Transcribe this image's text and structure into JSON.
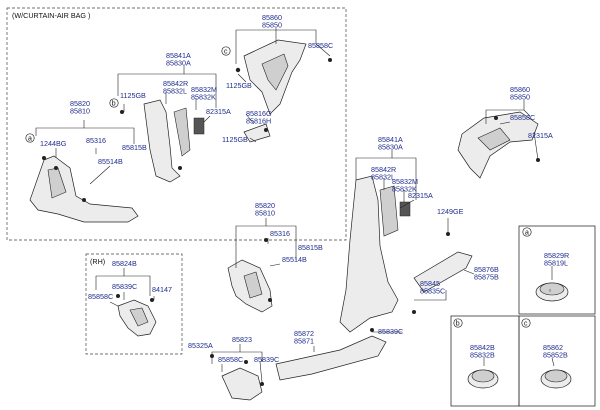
{
  "boxes": {
    "curtain_airbag": "(W/CURTAIN-AIR BAG )",
    "rh": "(RH)"
  },
  "callouts": {
    "a": "a",
    "b": "b",
    "c": "c"
  },
  "labels": {
    "85860_85850_top": "85860\n85850",
    "85858C_top": "85858C",
    "1125GB_top1": "1125GB",
    "85841A_85830A_top": "85841A\n85830A",
    "85842R_85832L_top": "85842R\n85832L",
    "85832M_85832K_top": "85832M\n85832K",
    "82315A_top": "82315A",
    "1125GB_top2": "1125GB",
    "1125GB_top3": "1125GB",
    "85820_85810_top": "85820\n85810",
    "1244BG": "1244BG",
    "85316_top": "85316",
    "85815B_top": "85815B",
    "85514B_top": "85514B",
    "85816G_85816H": "85816G\n85816H",
    "85860_85850_right": "85860\n85850",
    "85858C_right": "85858C",
    "82315A_right": "82315A",
    "85841A_85830A_mid": "85841A\n85830A",
    "85842R_85832L_mid": "85842R\n85832L",
    "85832M_85832K_mid": "85832M\n85832K",
    "82315A_mid": "82315A",
    "1249GE": "1249GE",
    "85820_85810_mid": "85820\n85810",
    "85316_mid": "85316",
    "85815B_mid": "85815B",
    "85514B_mid": "85514B",
    "85824B": "85824B",
    "85839C_rh": "85839C",
    "85858C_rh": "85858C",
    "84147": "84147",
    "85876B_85875B": "85876B\n85875B",
    "85845_85835C": "85845\n85835C",
    "85839C_mid": "85839C",
    "85872_85871": "85872\n85871",
    "85823": "85823",
    "85325A": "85325A",
    "85858C_bottom": "85858C",
    "85839C_bottom": "85839C",
    "85829R_85819L": "85829R\n85819L",
    "85842B_85832B": "85842B\n85832B",
    "85862_85852B": "85862\n85852B"
  },
  "icon_names": [
    "trim-panel-icon",
    "clip-icon",
    "bolt-icon",
    "screw-icon"
  ]
}
